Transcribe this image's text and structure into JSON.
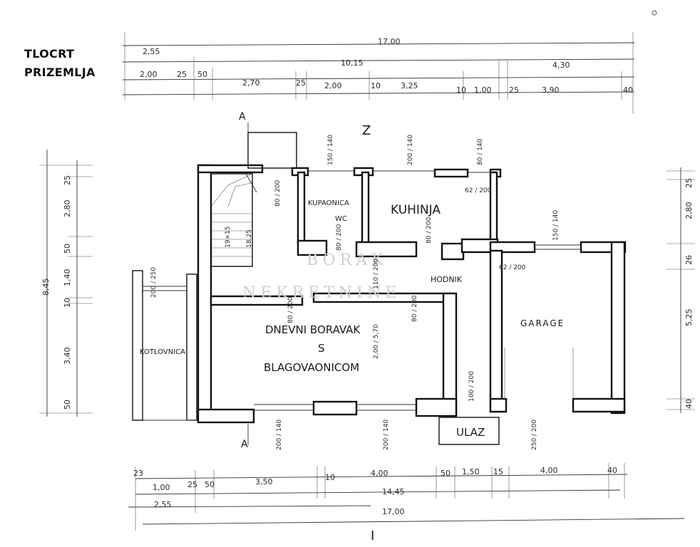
{
  "title": {
    "line1": "TLOCRT",
    "line2": "PRIZEMLJA"
  },
  "orientation": {
    "top": "Z",
    "bottom": "I",
    "section_mark": "A"
  },
  "rooms": {
    "kupaonica": "KUPAONICA",
    "wc": "WC",
    "kuhinja": "KUHINJA",
    "hodnik": "HODNIK",
    "garage": "GARAGE",
    "dnevni_line1": "DNEVNI BORAVAK",
    "dnevni_line2": "S",
    "dnevni_line3": "BLAGOVAONICOM",
    "kotlovnica": "KOTLOVNICA",
    "ulaz": "ULAZ"
  },
  "stairs_label": {
    "a": "19×15",
    "b": "18.25"
  },
  "watermark": {
    "line1": "BORAK",
    "line2": "NEKRETNINE"
  },
  "dims_top": {
    "row1": [
      "17,00"
    ],
    "row2": [
      "2,55",
      "10,15",
      "4,30"
    ],
    "row3": [
      "2,00",
      "25",
      "50",
      "2,70",
      "25",
      "2,00",
      "10",
      "3,25",
      "10",
      "1,00",
      "25",
      "3,90",
      "40"
    ]
  },
  "dims_bottom": {
    "row1": [
      "23",
      "1,00",
      "25",
      "50",
      "3,50",
      "10",
      "4,00",
      "50",
      "1,50",
      "15",
      "4,00",
      "40"
    ],
    "row2": [
      "14,45"
    ],
    "row3": [
      "2,55"
    ],
    "row4": [
      "17,00"
    ]
  },
  "dims_left": {
    "total": "8,45",
    "parts": [
      "25",
      "2,80",
      "50",
      "1,40",
      "10",
      "3,40",
      "50"
    ]
  },
  "dims_right": {
    "parts": [
      "25",
      "2,80",
      "26",
      "5,25",
      "40"
    ]
  },
  "openings": {
    "o1": "150 / 140",
    "o2": "200 / 140",
    "o3": "80 / 140",
    "o4": "80 / 200",
    "o5": "80 / 200",
    "o6": "80 / 200",
    "o7": "62 / 200",
    "o8": "80 / 200",
    "o9": "110 / 200",
    "o10": "80 / 200",
    "o11": "62 / 200",
    "o12": "150 / 140",
    "o13": "200 / 250",
    "o14": "2,00 / 5,70",
    "o15": "100 / 200",
    "o16": "200 / 140",
    "o17": "200 / 140",
    "o18": "250 / 200"
  }
}
